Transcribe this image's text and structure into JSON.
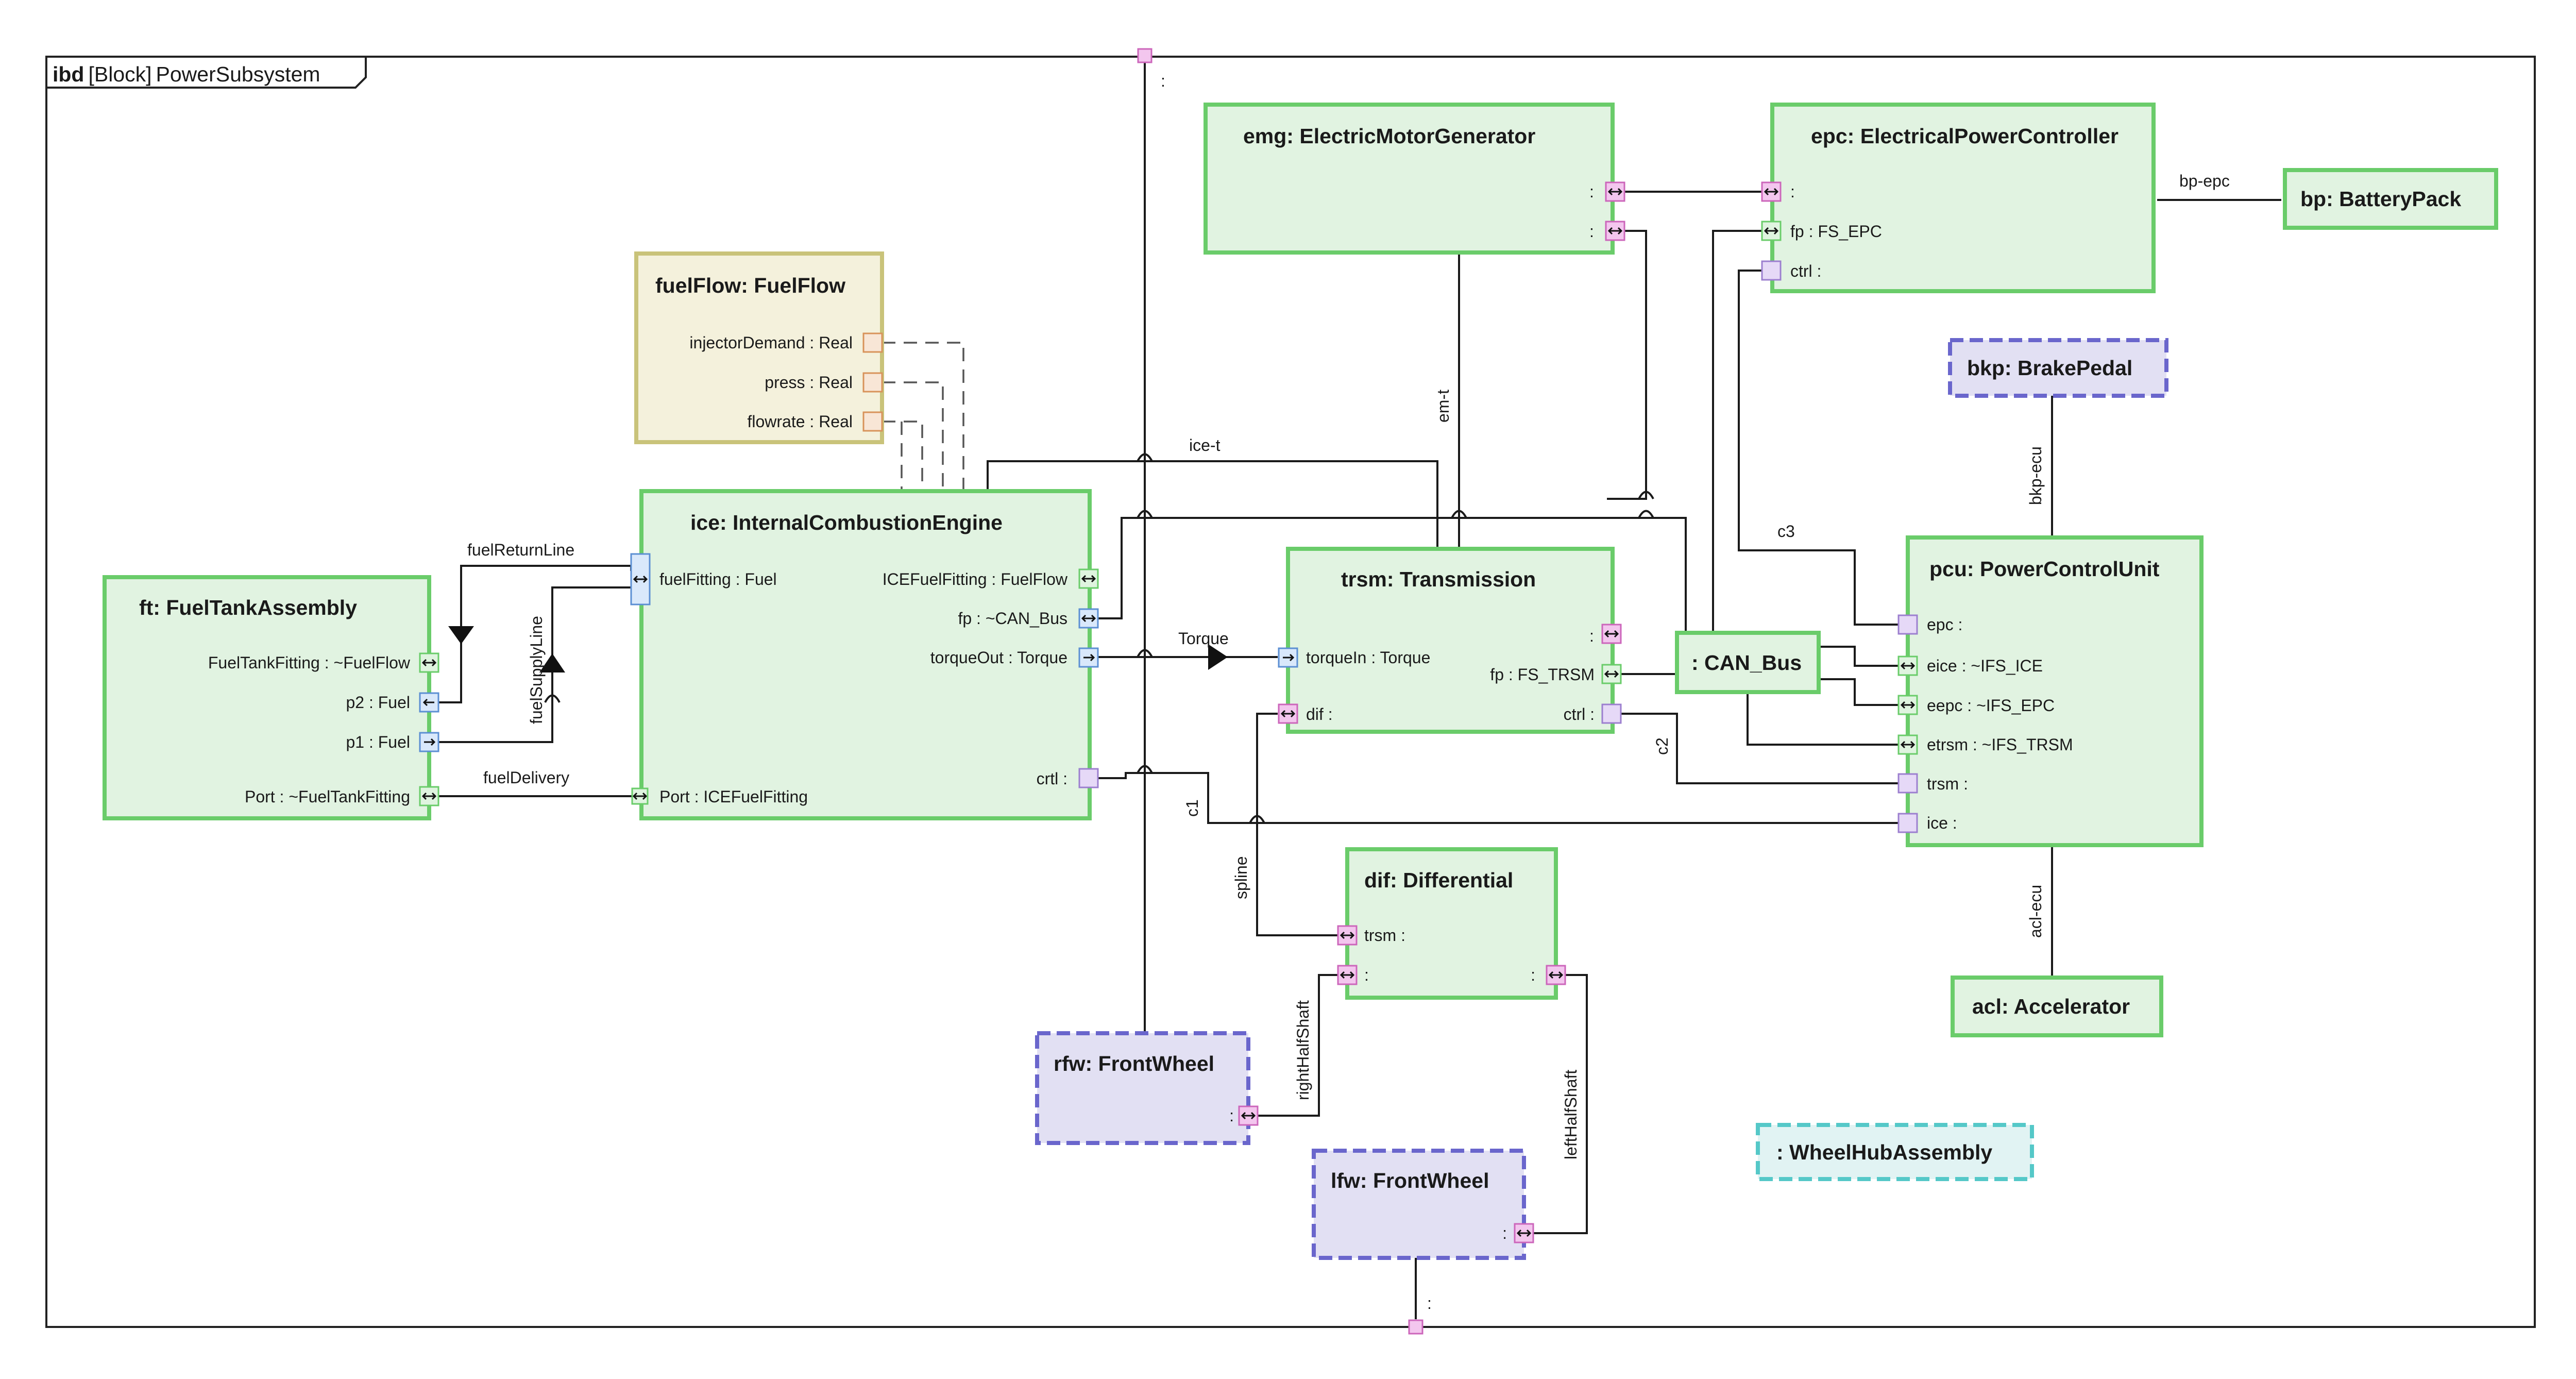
{
  "frame": {
    "keyword": "ibd",
    "kind": "[Block]",
    "name": "PowerSubsystem"
  },
  "blocks": {
    "emg": "emg: ElectricMotorGenerator",
    "epc": "epc: ElectricalPowerController",
    "bp": "bp: BatteryPack",
    "bkp": "bkp: BrakePedal",
    "fuelflow": "fuelFlow: FuelFlow",
    "ice": "ice: InternalCombustionEngine",
    "trsm": "trsm: Transmission",
    "canbus": ": CAN_Bus",
    "pcu": "pcu: PowerControlUnit",
    "ft": "ft: FuelTankAssembly",
    "dif": "dif: Differential",
    "rfw": "rfw: FrontWheel",
    "lfw": "lfw: FrontWheel",
    "acl": "acl: Accelerator",
    "whub": ": WheelHubAssembly"
  },
  "ports": {
    "top_frame": ":",
    "bottom_frame": ":",
    "emg_p1": ":",
    "emg_p2": ":",
    "epc_p1": ":",
    "epc_fp": "fp : FS_EPC",
    "epc_ctrl": "ctrl :",
    "ff_injector": "injectorDemand : Real",
    "ff_press": "press : Real",
    "ff_flowrate": "flowrate : Real",
    "ice_fuelfitting": "fuelFitting : Fuel",
    "ice_icefuelfitting": "ICEFuelFitting : FuelFlow",
    "ice_fp": "fp : ~CAN_Bus",
    "ice_torqueout": "torqueOut : Torque",
    "ice_crtl": "crtl :",
    "ice_port": "Port : ICEFuelFitting",
    "trsm_p1": ":",
    "trsm_torquein": "torqueIn : Torque",
    "trsm_fp": "fp : FS_TRSM",
    "trsm_dif": "dif :",
    "trsm_ctrl": "ctrl :",
    "pcu_epc": "epc :",
    "pcu_eice": "eice : ~IFS_ICE",
    "pcu_eepc": "eepc : ~IFS_EPC",
    "pcu_etrsm": "etrsm : ~IFS_TRSM",
    "pcu_trsm": "trsm :",
    "pcu_ice": "ice :",
    "ft_fueltankfitting": "FuelTankFitting : ~FuelFlow",
    "ft_p2": "p2 : Fuel",
    "ft_p1": "p1 : Fuel",
    "ft_port": "Port : ~FuelTankFitting",
    "dif_trsm": "trsm :",
    "dif_left": ":",
    "dif_right": ":",
    "rfw_p": ":",
    "lfw_p": ":"
  },
  "connectors": {
    "bp_epc": "bp-epc",
    "em_t": "em-t",
    "ice_t": "ice-t",
    "bkp_ecu": "bkp-ecu",
    "c3": "c3",
    "fuel_return": "fuelReturnLine",
    "fuel_supply": "fuelSupplyLine",
    "torque": "Torque",
    "fuel_delivery": "fuelDelivery",
    "c1": "c1",
    "c2": "c2",
    "spline": "spline",
    "acl_ecu": "acl-ecu",
    "right_half_shaft": "rightHalfShaft",
    "left_half_shaft": "leftHalfShaft"
  },
  "colors": {
    "part_fill": "#e1f3e1",
    "part_border": "#6acc6a",
    "reference_fill": "#e2e0f3",
    "reference_border": "#6a66cc",
    "constraint_fill": "#f4f1dc",
    "constraint_border": "#c9c37a",
    "hub_border": "#55c8c8"
  }
}
